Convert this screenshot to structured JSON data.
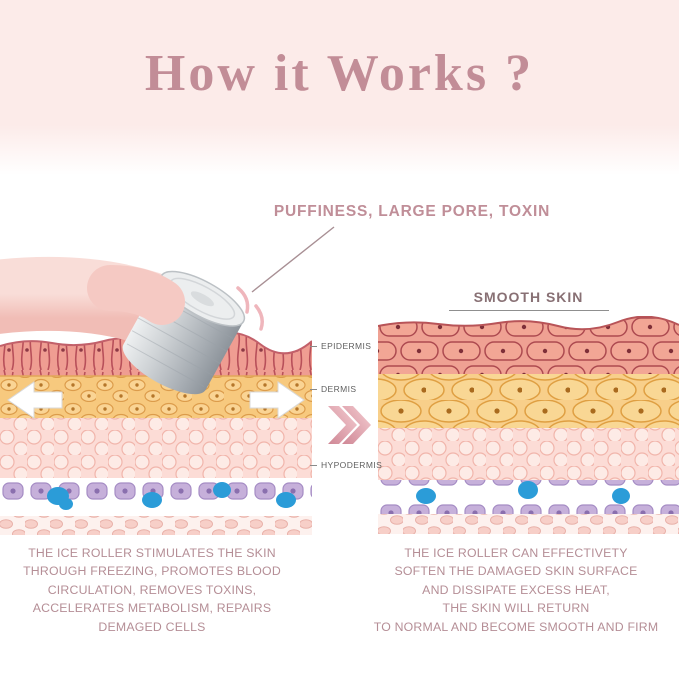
{
  "header": {
    "title": "How it Works ?"
  },
  "annotations": {
    "problem_callout": "PUFFINESS, LARGE PORE, TOXIN",
    "result_label": "SMOOTH SKIN"
  },
  "skin_layers": {
    "labels": [
      "EPIDERMIS",
      "DERMIS",
      "HYPODERMIS"
    ]
  },
  "captions": {
    "before": {
      "lines": [
        "THE ICE ROLLER STIMULATES THE SKIN",
        "THROUGH FREEZING, PROMOTES BLOOD",
        "CIRCULATION, REMOVES TOXINS,",
        "ACCELERATES METABOLISM, REPAIRS",
        "DEMAGED CELLS"
      ]
    },
    "after": {
      "lines": [
        "THE ICE ROLLER CAN EFFECTIVETY",
        "SOFTEN THE DAMAGED SKIN SURFACE",
        "AND DISSIPATE EXCESS HEAT,",
        "THE SKIN WILL RETURN",
        "TO NORMAL AND BECOME SMOOTH AND FIRM"
      ]
    }
  },
  "icons": {
    "transform_chevron": "double-chevron-right",
    "roll_direction_left": "arrow-left",
    "roll_direction_right": "arrow-right"
  },
  "colors": {
    "background_top": "#fcebe9",
    "title_text": "#c28d97",
    "callout_text": "#c08e98",
    "caption_text": "#b58e96",
    "layer_label_text": "#5f5f5f",
    "epidermis": "#ef9d92",
    "dermis": "#f7c97e",
    "hypodermis": "#fcdcd6",
    "cell_purple": "#c6b0da",
    "cell_blue": "#2b9cd8",
    "roller_metal": "#b9bfc4",
    "roller_handle": "#f5c9c3"
  }
}
